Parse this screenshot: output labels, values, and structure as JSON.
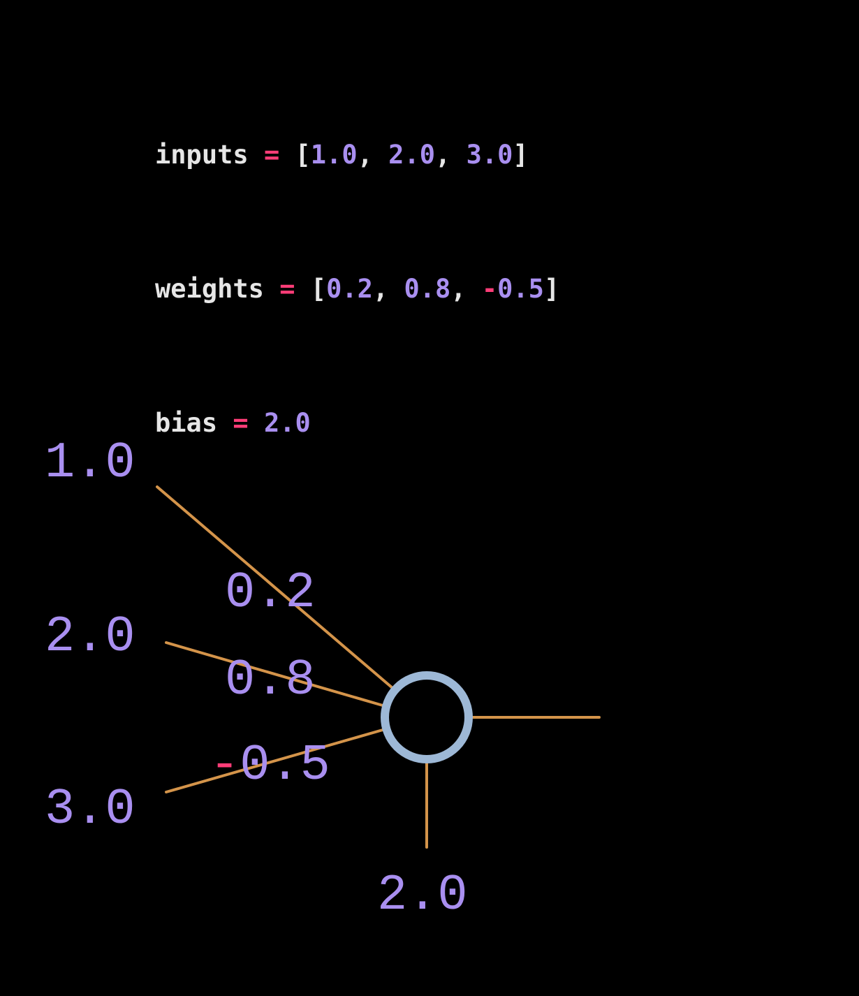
{
  "code": {
    "lines": [
      {
        "var": "inputs",
        "op": "=",
        "open": "[",
        "close": "]",
        "sep": ",",
        "values": [
          {
            "text": "1.0"
          },
          {
            "text": "2.0"
          },
          {
            "text": "3.0"
          }
        ]
      },
      {
        "var": "weights",
        "op": "=",
        "open": "[",
        "close": "]",
        "sep": ",",
        "values": [
          {
            "text": "0.2"
          },
          {
            "text": "0.8"
          },
          {
            "sign": "-",
            "text": "0.5"
          }
        ]
      },
      {
        "var": "bias",
        "op": "=",
        "value": "2.0"
      }
    ]
  },
  "diagram": {
    "inputs": [
      "1.0",
      "2.0",
      "3.0"
    ],
    "weights": [
      {
        "text": "0.2"
      },
      {
        "text": "0.8"
      },
      {
        "sign": "-",
        "text": "0.5"
      }
    ],
    "bias": "2.0"
  },
  "colors": {
    "background": "#000000",
    "code_text": "#e6e6e6",
    "operator": "#ff3d78",
    "number": "#a98ff0",
    "label": "#a98ff0",
    "negative_sign": "#ff3d78",
    "edge": "#d4944a",
    "neuron_ring": "#9db8d6"
  }
}
